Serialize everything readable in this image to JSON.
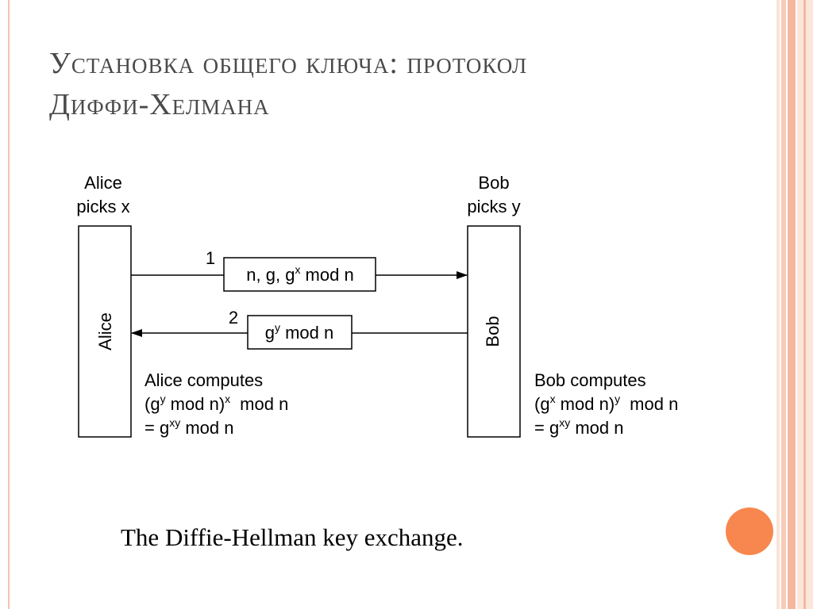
{
  "title": {
    "line1": "Установка общего ключа: протокол",
    "line2": "Диффи-Хелмана"
  },
  "diagram": {
    "alice": {
      "top_line1": "Alice",
      "top_line2": "picks x",
      "box_label": "Alice",
      "compute_line1": "Alice computes",
      "compute_line2_base": "(g",
      "compute_line2_sup1": "y",
      "compute_line2_mid": " mod n)",
      "compute_line2_sup2": "x",
      "compute_line2_end": "mod n",
      "compute_line3_base": "= g",
      "compute_line3_sup": "xy",
      "compute_line3_end": " mod n"
    },
    "bob": {
      "top_line1": "Bob",
      "top_line2": "picks y",
      "box_label": "Bob",
      "compute_line1": "Bob computes",
      "compute_line2_base": "(g",
      "compute_line2_sup1": "x",
      "compute_line2_mid": " mod n)",
      "compute_line2_sup2": "y",
      "compute_line2_end": "mod n",
      "compute_line3_base": "= g",
      "compute_line3_sup": "xy",
      "compute_line3_end": " mod n"
    },
    "message1": {
      "number": "1",
      "base": "n, g, g",
      "sup": "x",
      "end": " mod n"
    },
    "message2": {
      "number": "2",
      "base": "g",
      "sup": "y",
      "end": " mod n"
    }
  },
  "caption": "The Diffie-Hellman key exchange."
}
